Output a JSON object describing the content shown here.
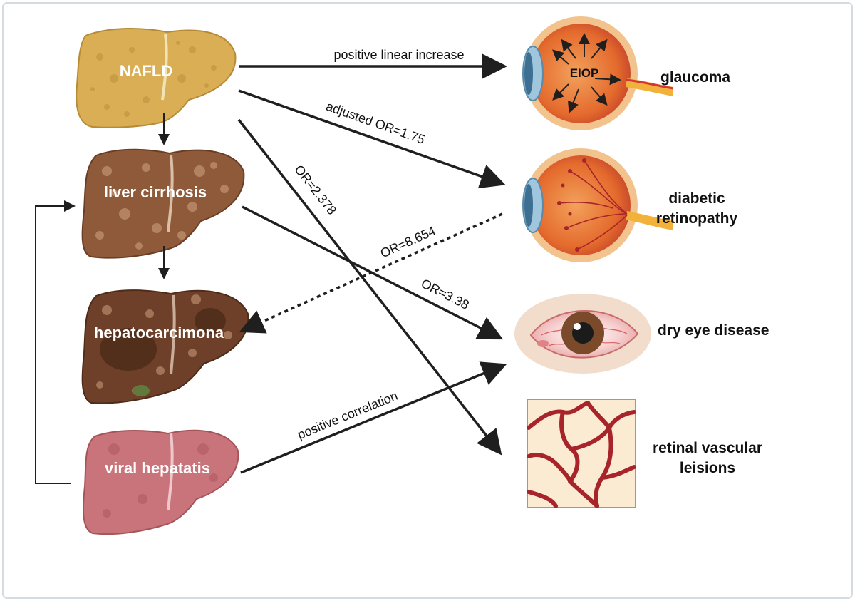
{
  "liver_nodes": {
    "nafld": "NAFLD",
    "cirrhosis": "liver cirrhosis",
    "hcc": "hepatocarcimona",
    "viral": "viral hepatatis"
  },
  "eye_nodes": {
    "eiop": "EIOP",
    "glaucoma": "glaucoma",
    "dr_line1": "diabetic",
    "dr_line2": "retinopathy",
    "dry_eye": "dry eye disease",
    "rvl_line1": "retinal vascular",
    "rvl_line2": "leisions"
  },
  "edge_labels": {
    "nafld_glaucoma": "positive linear increase",
    "nafld_dr": "adjusted OR=1.75",
    "nafld_rvl": "OR=2.378",
    "dr_hcc": "OR=8.654",
    "cirrhosis_dry": "OR=3.38",
    "viral_dry": "positive correlation"
  },
  "colors": {
    "frame": "#d6dbe0",
    "arrow": "#1f1f1f",
    "nafld_liver": "#d9ae55",
    "cirrhosis_liver": "#8e5a3a",
    "hcc_liver": "#6e4029",
    "viral_liver": "#c8747a",
    "vessel_red": "#a8242b",
    "tissue_cream": "#fbebd2"
  }
}
